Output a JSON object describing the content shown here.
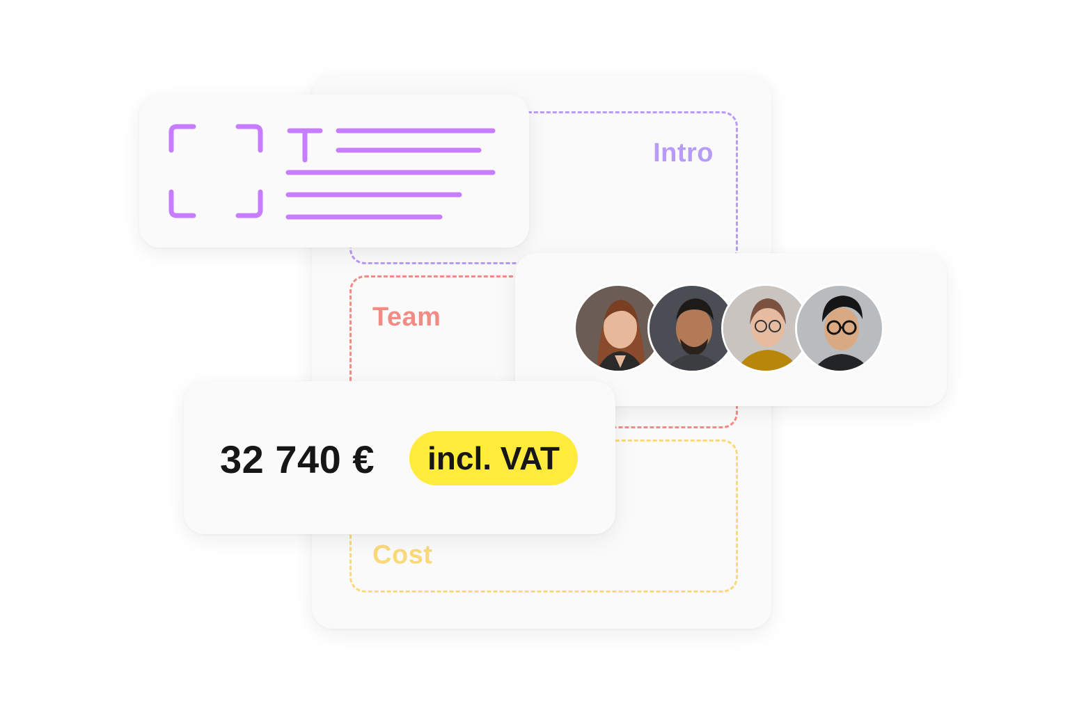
{
  "sections": {
    "intro": "Intro",
    "team": "Team",
    "cost": "Cost"
  },
  "price": {
    "value": "32 740 €",
    "badge": "incl. VAT"
  },
  "icons": {
    "image_placeholder": "image-frame-icon",
    "text_block": "text-block-icon"
  },
  "colors": {
    "intro": "#b79cf7",
    "team": "#f08c84",
    "cost": "#fbd97a",
    "accent": "#c77dff",
    "badge": "#ffeb3b"
  }
}
